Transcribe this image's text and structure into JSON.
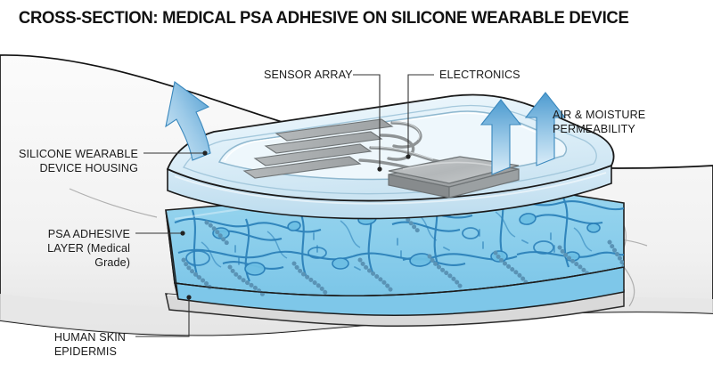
{
  "title": "CROSS-SECTION: MEDICAL PSA ADHESIVE ON SILICONE WEARABLE DEVICE",
  "labels": {
    "sensor_array": "SENSOR ARRAY",
    "electronics": "ELECTRONICS",
    "permeability_line1": "AIR & MOISTURE",
    "permeability_line2": "PERMEABILITY",
    "housing_line1": "SILICONE WEARABLE",
    "housing_line2": "DEVICE HOUSING",
    "psa_line1": "PSA ADHESIVE",
    "psa_line2": "LAYER (Medical",
    "psa_line3": "Grade)",
    "skin_line1": "HUMAN SKIN",
    "skin_line2": "EPIDERMIS"
  },
  "colors": {
    "background": "#ffffff",
    "title_text": "#111111",
    "label_text": "#1a1a1a",
    "leader_line": "#333333",
    "skin_fill": "#f2f2f2",
    "skin_shadow": "#e3e3e3",
    "epidermis_fill": "#d8d8d8",
    "housing_fill": "#e3f0f8",
    "housing_edge": "#1a1a1a",
    "adhesive_fill": "#8fd0ed",
    "adhesive_side": "#63b6dd",
    "adhesive_network": "#2a7fb8",
    "chip_top": "#b9bcbe",
    "chip_side": "#8d9193",
    "electrode": "#a9adaf",
    "arrow_blue": "#4d9bd0",
    "arrow_pale": "#cfe6f5"
  },
  "layers": [
    {
      "name": "silicone-housing",
      "material": "silicone",
      "position": "top"
    },
    {
      "name": "psa-adhesive-layer",
      "material": "medical grade PSA",
      "position": "middle"
    },
    {
      "name": "epidermis",
      "material": "human skin",
      "position": "bottom"
    }
  ],
  "components": {
    "electrode_count": 4,
    "chip": "electronics-module",
    "arrows": 3
  }
}
